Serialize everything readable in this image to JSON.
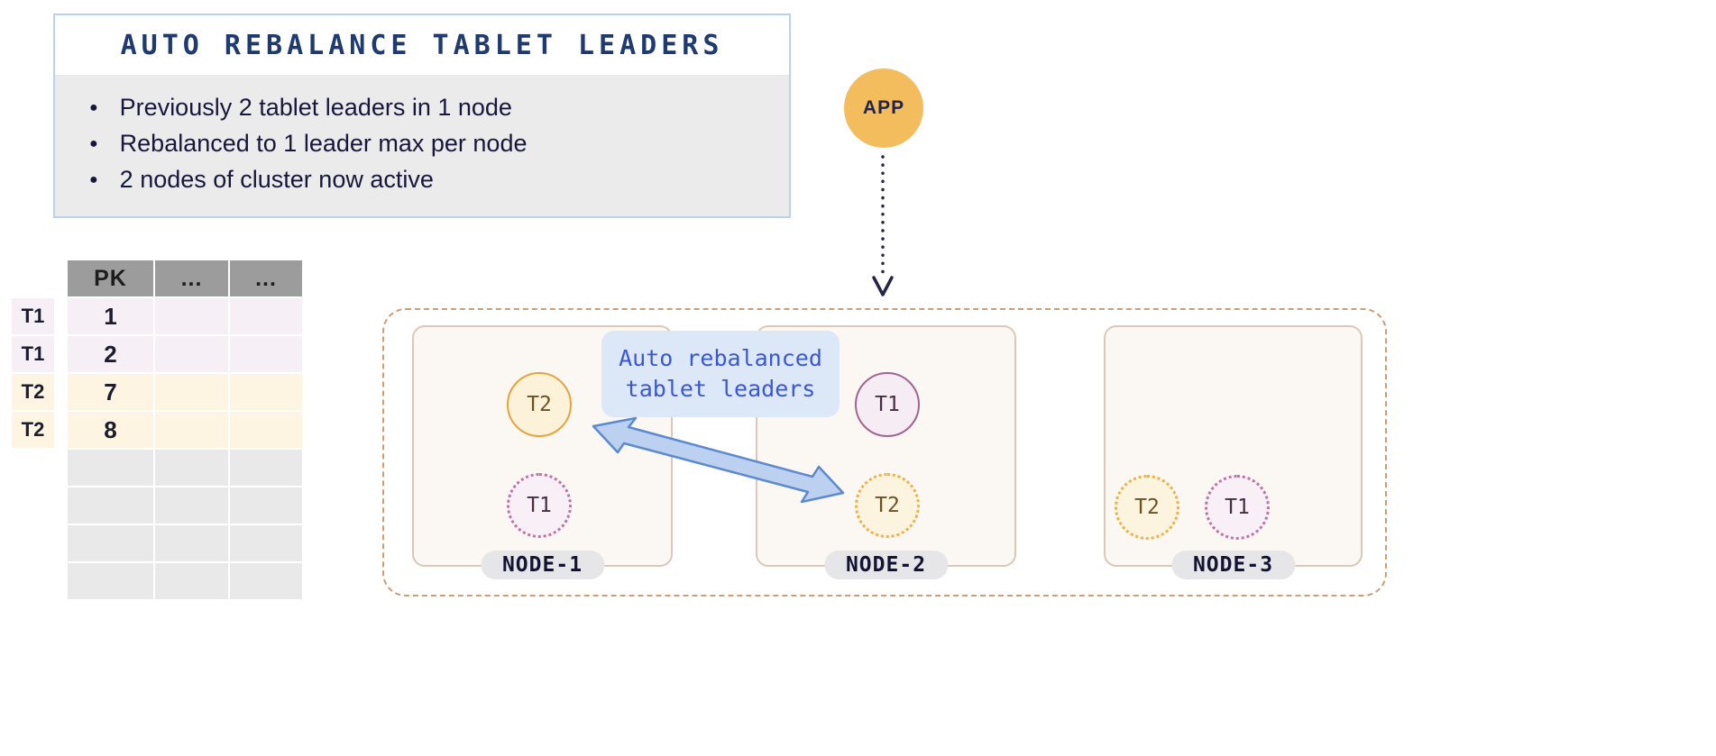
{
  "info_panel": {
    "title": "AUTO REBALANCE TABLET LEADERS",
    "bullets": [
      "Previously 2 tablet leaders in 1 node",
      "Rebalanced to 1 leader max per node",
      "2 nodes of cluster now active"
    ]
  },
  "app": {
    "label": "APP"
  },
  "table": {
    "headers": [
      "PK",
      "...",
      "..."
    ],
    "rows": [
      {
        "tablet": "T1",
        "pk": "1"
      },
      {
        "tablet": "T1",
        "pk": "2"
      },
      {
        "tablet": "T2",
        "pk": "7"
      },
      {
        "tablet": "T2",
        "pk": "8"
      }
    ],
    "empty_rows": 4
  },
  "cluster": {
    "callout_lines": [
      "Auto rebalanced",
      "tablet leaders"
    ],
    "nodes": [
      {
        "name": "NODE-1",
        "tablets": [
          {
            "label": "T2",
            "style": "solid"
          },
          {
            "label": "T1",
            "style": "dotted"
          }
        ]
      },
      {
        "name": "NODE-2",
        "tablets": [
          {
            "label": "T1",
            "style": "solid"
          },
          {
            "label": "T2",
            "style": "dotted"
          }
        ]
      },
      {
        "name": "NODE-3",
        "tablets": [
          {
            "label": "T2",
            "style": "dotted"
          },
          {
            "label": "T1",
            "style": "dotted"
          }
        ]
      }
    ]
  },
  "colors": {
    "app_fill": "#f3bd5d",
    "t2_orange_border": "#e8a33c",
    "t1_purple_border": "#a2648f",
    "arrow_blue_fill": "#bcd0ef",
    "arrow_blue_stroke": "#5c8ad0",
    "callout_bg": "#dce7f8",
    "callout_text": "#3a57d4",
    "cluster_border": "#cf9d74",
    "panel_border": "#bcd2ea",
    "title_text": "#1e3a6e",
    "row_t1_bg": "#f6eff5",
    "row_t2_bg": "#fdf4e2",
    "empty_row_bg": "#e9e9e9",
    "header_bg": "#9c9c9c"
  }
}
